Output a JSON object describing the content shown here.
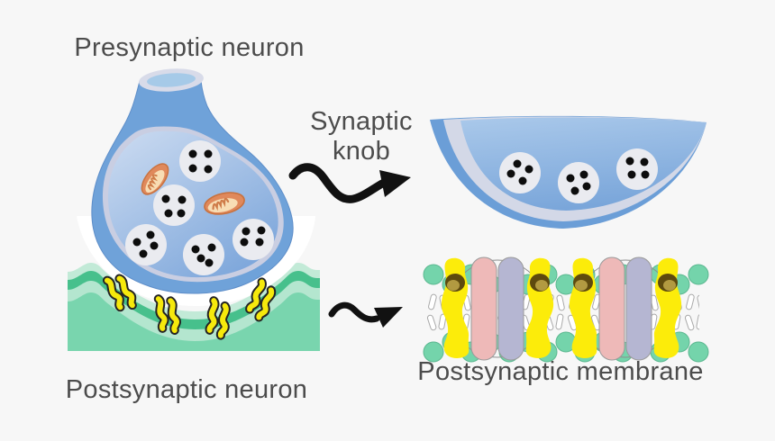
{
  "title": "Synapse diagram",
  "labels": {
    "presynaptic_neuron": "Presynaptic neuron",
    "synaptic_knob": "Synaptic knob",
    "postsynaptic_neuron": "Postsynaptic neuron",
    "postsynaptic_membrane": "Postsynaptic membrane"
  },
  "diagram": {
    "presynaptic_knob": {
      "vesicle_count": 5,
      "mitochondria_count": 2,
      "vesicle_dots_each": 4
    },
    "synaptic_knob_detail": {
      "vesicle_count": 3,
      "vesicle_dots_each": 4
    },
    "postsynaptic_neuron": {
      "receptor_pair_count": 4
    },
    "postsynaptic_membrane": {
      "channel_complex_count": 2,
      "structure": "phospholipid bilayer"
    }
  },
  "colors": {
    "background": "#f7f7f7",
    "label_text": "#4c4c4c",
    "neuron_blue": "#6fa2d9",
    "membrane_lavender": "#c9cee2",
    "inner_blue_light": "#cddcf1",
    "vesicle_fill": "#eaebf0",
    "vesicle_dot": "#0d0d0d",
    "mitochondrion_orange": "#e0895c",
    "mitochondrion_inner": "#f8ddb4",
    "postsynaptic_green": "#79d5ae",
    "green_band_dark": "#47c08c",
    "green_band_light": "#b4e6cf",
    "receptor_yellow": "#f6e90c",
    "lipid_head_green": "#74d4ab",
    "lipid_tail_white": "#ffffff",
    "channel_yellow": "#fcec0a",
    "channel_pore_dark": "#5e4a0e",
    "channel_pink": "#eeb9b8",
    "channel_lavender": "#b5b6d2",
    "arrow_black": "#111111"
  }
}
